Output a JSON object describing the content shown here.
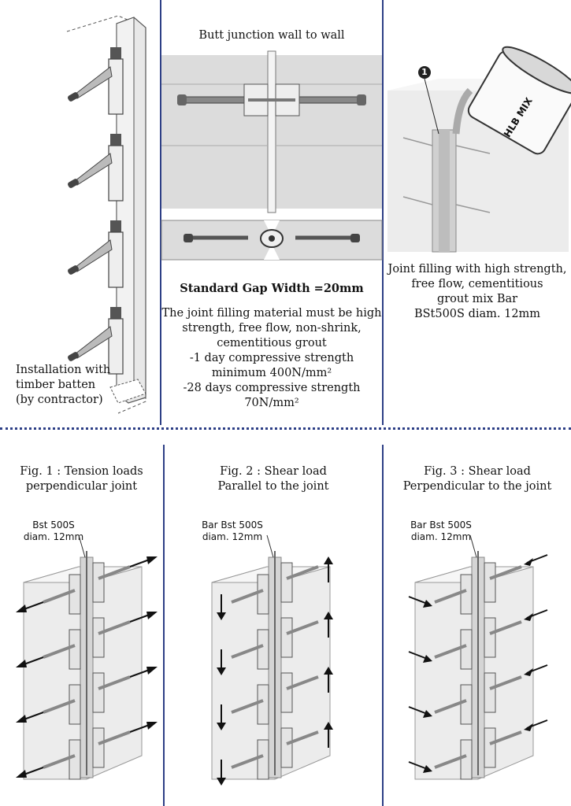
{
  "top_left": {
    "caption_lines": [
      "Installation with",
      "timber batten",
      "(by contractor)"
    ]
  },
  "top_middle": {
    "title": "Butt junction wall to wall",
    "gap_title": "Standard Gap Width =20mm",
    "desc_lines": [
      "The joint filling material must be high",
      "strength, free flow, non-shrink,",
      "cementitious grout",
      "-1 day compressive strength",
      "minimum 400N/mm²",
      "-28 days compressive strength",
      "70N/mm²"
    ]
  },
  "top_right": {
    "step_number": "1",
    "bucket_label": "HLB MIX",
    "caption_lines": [
      "Joint filling with high strength,",
      "free flow, cementitious",
      "grout mix Bar",
      "BSt500S diam. 12mm"
    ]
  },
  "figures": [
    {
      "title_lines": [
        "Fig. 1 : Tension loads",
        "perpendicular joint"
      ],
      "bar_lines": [
        "Bst 500S",
        "diam. 12mm"
      ]
    },
    {
      "title_lines": [
        "Fig. 2 : Shear load",
        "Parallel to the joint"
      ],
      "bar_lines": [
        "Bar Bst 500S",
        "diam. 12mm"
      ]
    },
    {
      "title_lines": [
        "Fig. 3 : Shear load",
        "Perpendicular to the joint"
      ],
      "bar_lines": [
        "Bar Bst 500S",
        "diam. 12mm"
      ]
    }
  ],
  "colors": {
    "divider": "#2d3f86",
    "concrete": "#e6e6e6",
    "steel": "#9a9a9a",
    "outline": "#555555"
  }
}
